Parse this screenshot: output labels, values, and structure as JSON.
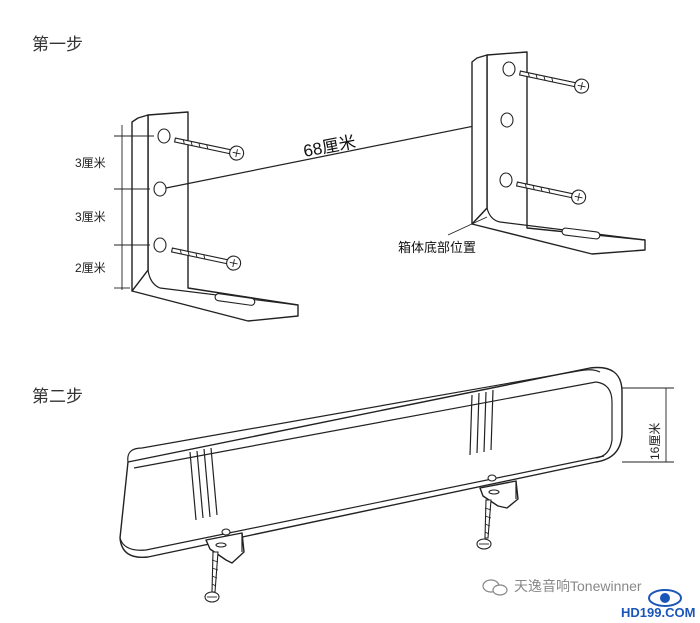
{
  "step1": {
    "label": "第一步"
  },
  "step2": {
    "label": "第二步"
  },
  "dimensions": {
    "span": "68厘米",
    "gap_top": "3厘米",
    "gap_middle": "3厘米",
    "gap_bottom": "2厘米",
    "box_height": "16厘米"
  },
  "annotation": {
    "box_bottom": "箱体底部位置"
  },
  "watermark": {
    "text": "天逸音响Tonewinner"
  },
  "logo": {
    "text": "HD199.COM"
  },
  "colors": {
    "line": "#222222",
    "logo": "#1a56b8",
    "watermark": "#888888"
  }
}
